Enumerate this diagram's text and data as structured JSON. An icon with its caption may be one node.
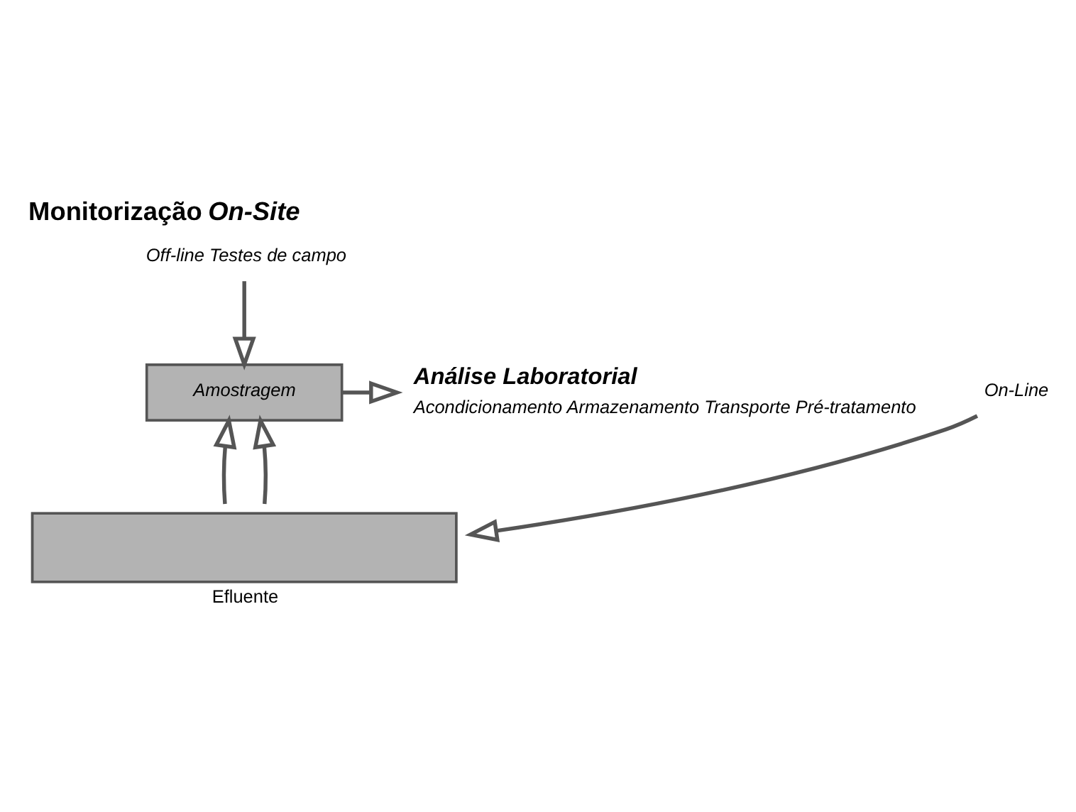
{
  "diagram": {
    "title": "Monitorização *On-Site*",
    "nodes": [
      {
        "text": [
          "Off-line Testes de campo"
        ]
      },
      {
        "text": [
          "Amostragem"
        ]
      },
      {
        "text": [
          "On-Line"
        ]
      },
      {
        "text": [
          "Efluente"
        ]
      },
      {
        "text": [
          "Análise Laboratorial",
          "Acondicionamento Armazenamento Transporte Pré-tratamento"
        ]
      }
    ],
    "edges": [
      {
        "from": 0,
        "to": 1,
        "arrow": "to"
      },
      {
        "from": 2,
        "to": 3,
        "arrow": "to"
      },
      {
        "from": 3,
        "to": 1,
        "arrow": "to"
      },
      {
        "from": 3,
        "to": 1,
        "arrow": "to"
      },
      {
        "from": 1,
        "to": 4,
        "arrow": "to"
      }
    ]
  }
}
